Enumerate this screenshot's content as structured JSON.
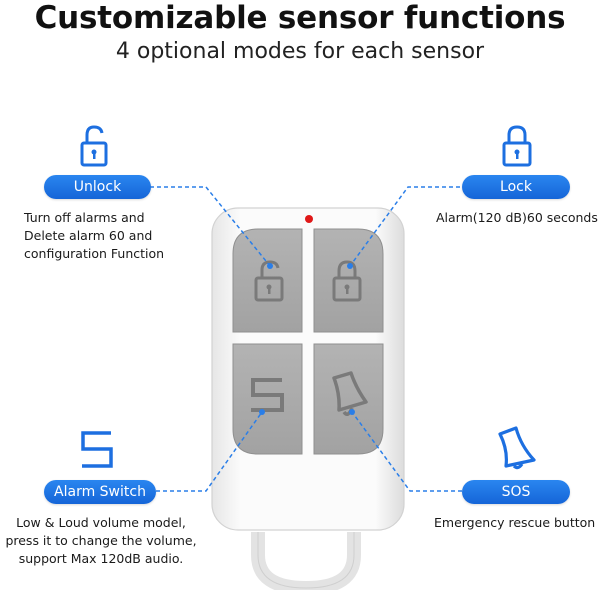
{
  "header": {
    "title": "Customizable sensor functions",
    "subtitle": "4 optional modes for each sensor"
  },
  "modes": {
    "unlock": {
      "label": "Unlock",
      "icon": "unlock-icon",
      "desc": [
        "Turn off alarms and",
        "Delete alarm 60 and",
        "configuration Function"
      ]
    },
    "lock": {
      "label": "Lock",
      "icon": "lock-icon",
      "desc": [
        "Alarm(120 dB)60 seconds"
      ]
    },
    "alarm_switch": {
      "label": "Alarm Switch",
      "icon": "alarm-switch-icon",
      "desc": [
        "Low & Loud volume model,",
        "press it to change the volume,",
        "support Max 120dB audio."
      ]
    },
    "sos": {
      "label": "SOS",
      "icon": "bell-icon",
      "desc": [
        "Emergency rescue button"
      ]
    }
  },
  "colors": {
    "accent": "#1d6fe0",
    "led": "#e01818",
    "button_gray": "#a9a9a9",
    "body_white": "#f7f7f7"
  }
}
